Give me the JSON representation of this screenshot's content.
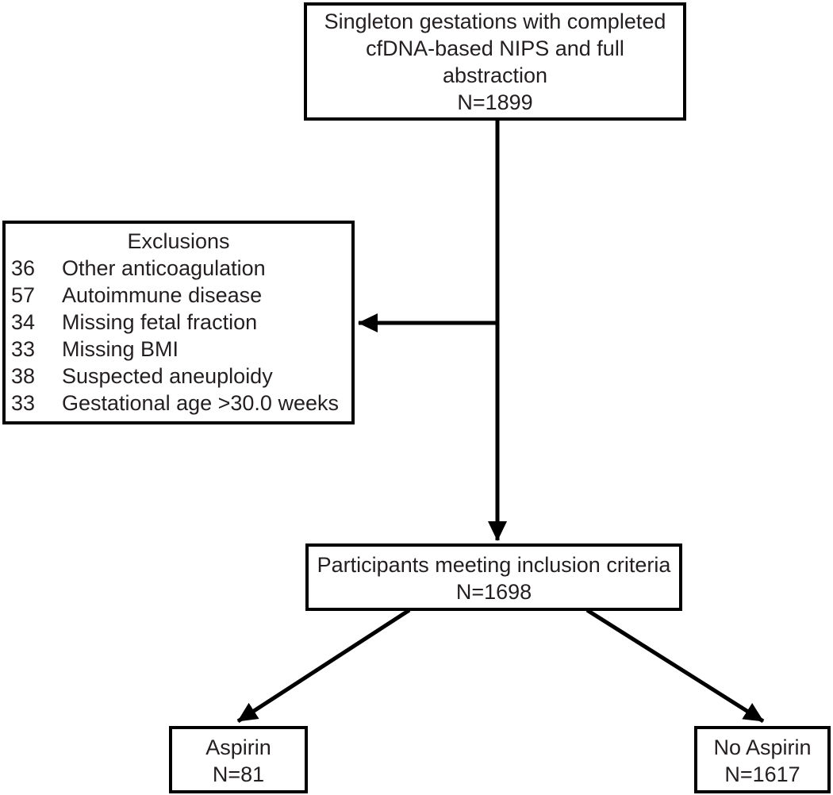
{
  "colors": {
    "ink": "#000000",
    "text": "#231f20",
    "background": "#ffffff"
  },
  "flowchart": {
    "top_box": {
      "line1": "Singleton gestations with completed",
      "line2": "cfDNA-based NIPS and full",
      "line3": "abstraction",
      "n": "N=1899"
    },
    "exclusions_box": {
      "title": "Exclusions",
      "items": [
        {
          "count": "36",
          "label": "Other anticoagulation"
        },
        {
          "count": "57",
          "label": "Autoimmune disease"
        },
        {
          "count": "34",
          "label": "Missing fetal fraction"
        },
        {
          "count": "33",
          "label": "Missing BMI"
        },
        {
          "count": "38",
          "label": "Suspected aneuploidy"
        },
        {
          "count": "33",
          "label": "Gestational age >30.0 weeks"
        }
      ]
    },
    "inclusion_box": {
      "line1": "Participants meeting inclusion criteria",
      "n": "N=1698"
    },
    "aspirin_box": {
      "line1": "Aspirin",
      "n": "N=81"
    },
    "no_aspirin_box": {
      "line1": "No Aspirin",
      "n": "N=1617"
    }
  }
}
